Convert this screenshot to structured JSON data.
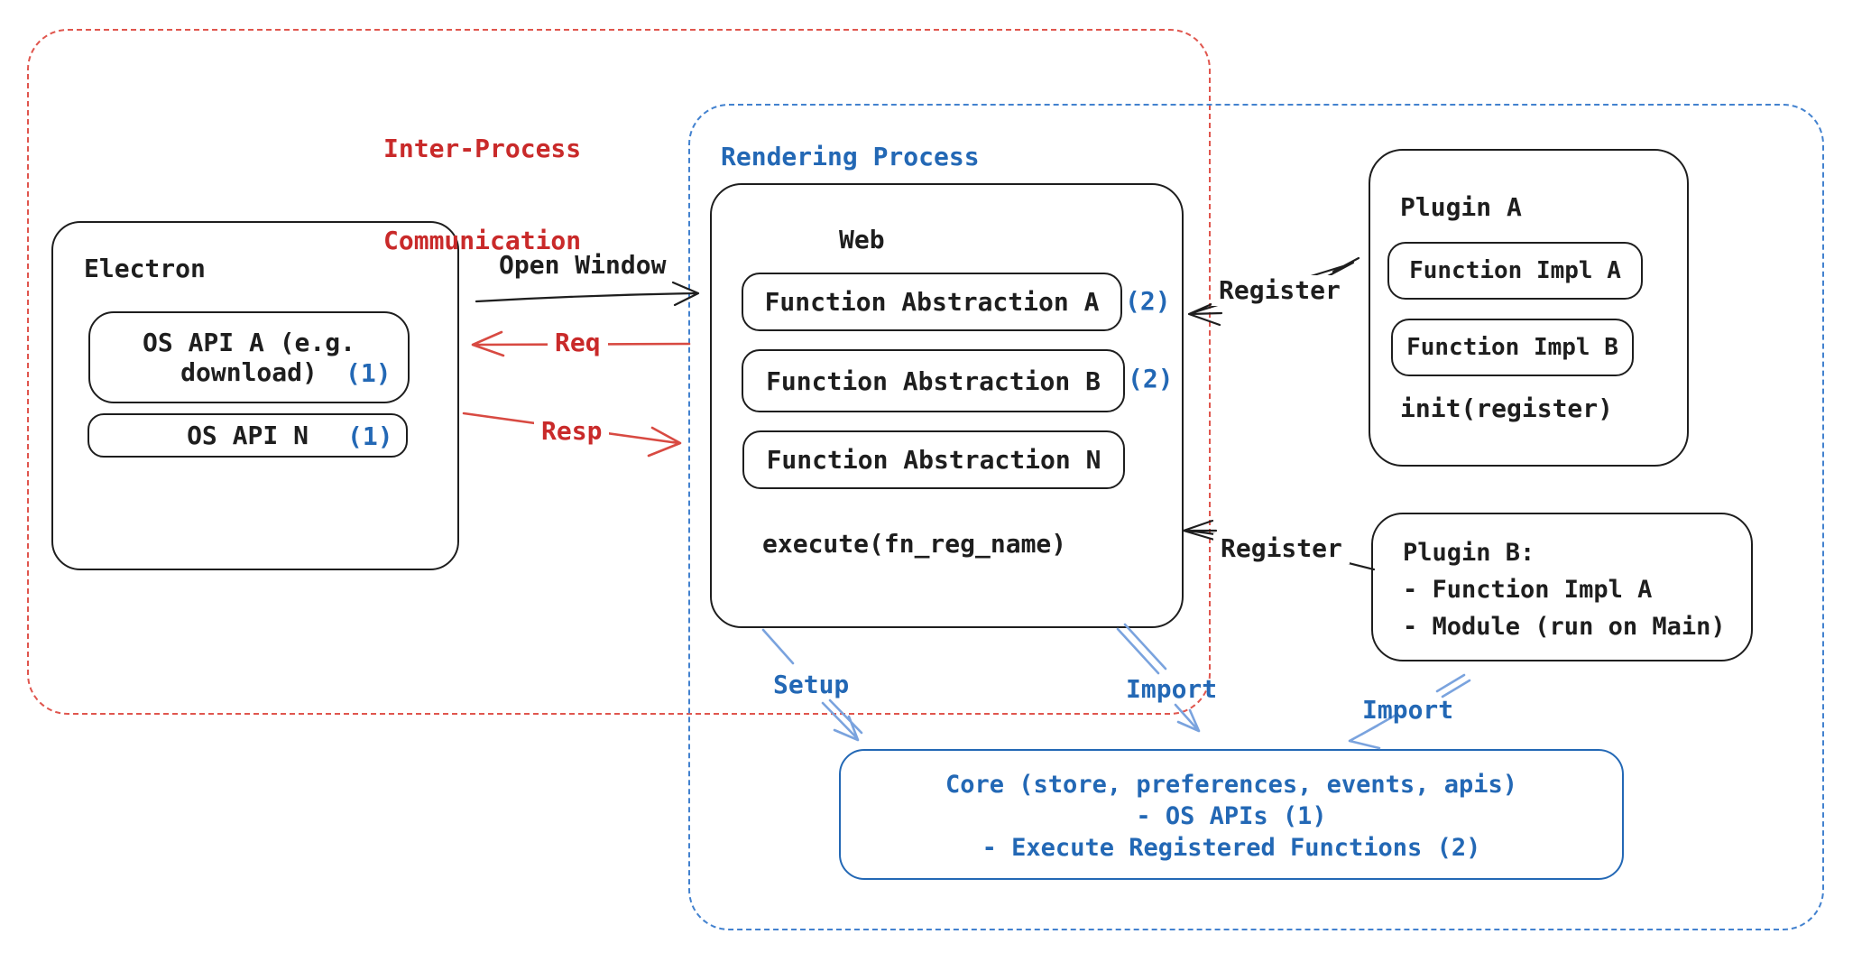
{
  "colors": {
    "red_text": "#c92a2a",
    "red_border": "#e0564e",
    "red_arrow": "#d84a42",
    "blue_text": "#2368b5",
    "blue_border": "#4382cf",
    "blue_arrow": "#7aa3de",
    "ink": "#1e1e1e",
    "bg": "#ffffff"
  },
  "ipc": {
    "label_line1": "Inter-Process",
    "label_line2": "Communication"
  },
  "rendering": {
    "label": "Rendering Process"
  },
  "electron": {
    "title": "Electron",
    "api_a": {
      "line1": "OS API A (e.g.",
      "line2": "download)",
      "badge": "(1)"
    },
    "api_n": {
      "label": "OS API N",
      "badge": "(1)"
    }
  },
  "arrows": {
    "open_window": "Open Window",
    "req": "Req",
    "resp": "Resp",
    "register_top": "Register",
    "register_bottom": "Register",
    "setup": "Setup",
    "import_web": "Import",
    "import_plugin_b": "Import"
  },
  "web": {
    "title": "Web",
    "abstractions": [
      {
        "label": "Function Abstraction A",
        "badge": "(2)"
      },
      {
        "label": "Function Abstraction B",
        "badge": "(2)"
      },
      {
        "label": "Function Abstraction N"
      }
    ],
    "execute": "execute(fn_reg_name)"
  },
  "plugin_a": {
    "title": "Plugin A",
    "impl_a": "Function Impl A",
    "impl_b": "Function Impl B",
    "init": "init(register)"
  },
  "plugin_b": {
    "title": "Plugin B:",
    "item1": "- Function Impl A",
    "item2": "- Module (run on Main)"
  },
  "core": {
    "line1": "Core (store, preferences, events, apis)",
    "line2": "- OS APIs (1)",
    "line3": "- Execute Registered Functions (2)"
  }
}
